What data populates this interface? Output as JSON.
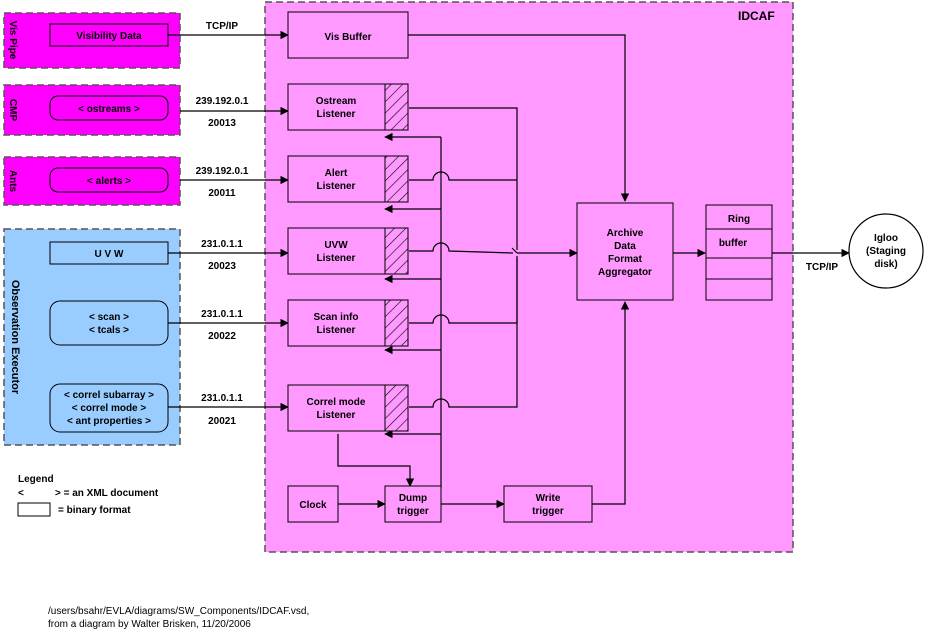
{
  "diagram": {
    "main_box_title": "IDCAF",
    "groups": {
      "vis_pipe": "Vis Pipe",
      "cmp": "CMP",
      "ants": "Ants",
      "observation_executor": "Observation Executor"
    },
    "sources": {
      "visibility_data": "Visibility Data",
      "ostreams": "< ostreams >",
      "alerts": "< alerts >",
      "uvw": "U V W",
      "scan": "< scan >",
      "tcals": "< tcals >",
      "correl_subarray": "< correl subarray >",
      "correl_mode": "< correl mode >",
      "ant_properties": "< ant properties >"
    },
    "links": {
      "vis_protocol": "TCP/IP",
      "ostream_addr": "239.192.0.1",
      "ostream_port": "20013",
      "alert_addr": "239.192.0.1",
      "alert_port": "20011",
      "uvw_addr": "231.0.1.1",
      "uvw_port": "20023",
      "scan_addr": "231.0.1.1",
      "scan_port": "20022",
      "correl_addr": "231.0.1.1",
      "correl_port": "20021",
      "igloo_protocol": "TCP/IP"
    },
    "components": {
      "vis_buffer": "Vis Buffer",
      "ostream_listener": [
        "Ostream",
        "Listener"
      ],
      "alert_listener": [
        "Alert",
        "Listener"
      ],
      "uvw_listener": [
        "UVW",
        "Listener"
      ],
      "scan_info_listener": [
        "Scan info",
        "Listener"
      ],
      "correl_mode_listener": [
        "Correl mode",
        "Listener"
      ],
      "clock": "Clock",
      "dump_trigger": [
        "Dump",
        "trigger"
      ],
      "write_trigger": [
        "Write",
        "trigger"
      ],
      "aggregator": [
        "Archive",
        "Data",
        "Format",
        "Aggregator"
      ],
      "ring": "Ring",
      "ring_buffer": "buffer",
      "igloo": [
        "Igloo",
        "(Staging",
        "disk)"
      ]
    },
    "legend": {
      "title": "Legend",
      "xml_open": "<",
      "xml_desc": "> = an XML document",
      "binary_desc": "= binary format"
    },
    "footer": {
      "path": "/users/bsahr/EVLA/diagrams/SW_Components/IDCAF.vsd,",
      "credit": "from a diagram by Walter Brisken, 11/20/2006"
    },
    "colors": {
      "idcaf_fill": "#ff99ff",
      "source_group_fill": "#ff00ff",
      "observation_fill": "#99ccff",
      "component_fill": "#ff99ff",
      "line": "#000000"
    }
  }
}
